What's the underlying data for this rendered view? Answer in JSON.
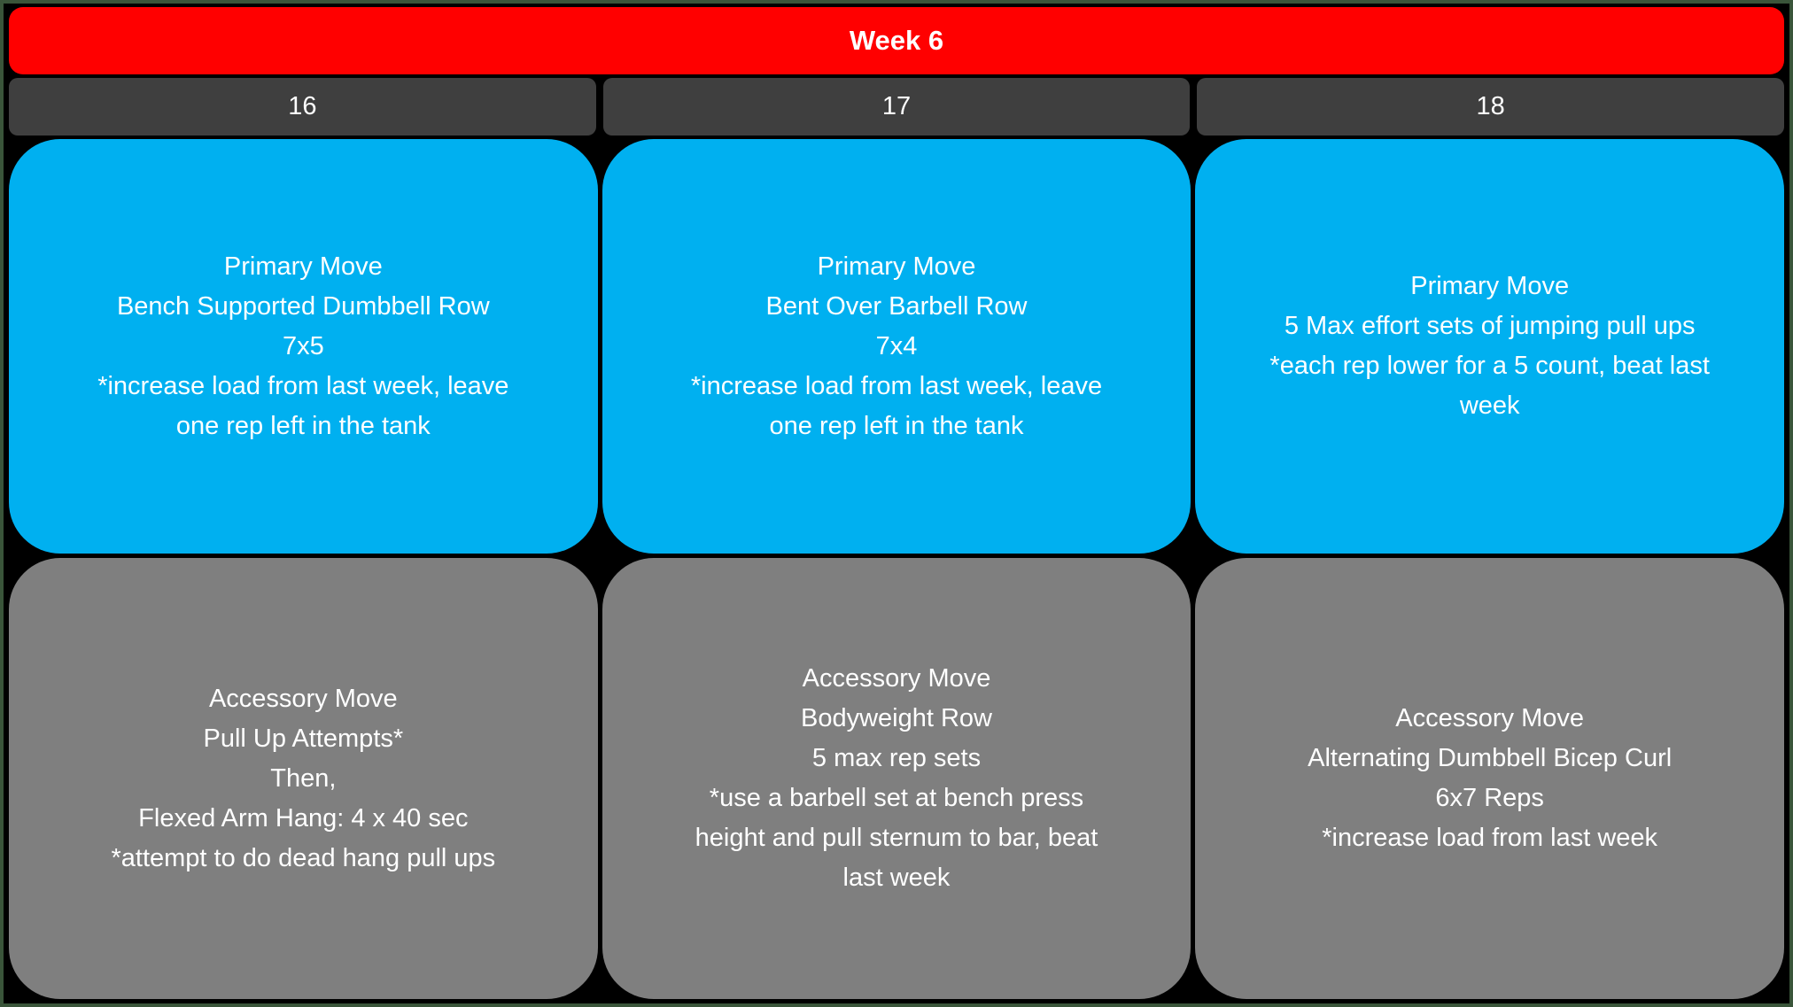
{
  "banner": {
    "label": "Week 6"
  },
  "colors": {
    "banner-red": "#FF0000",
    "header-gray": "#3F3F3F",
    "primary-blue": "#00B0F0",
    "accessory-gray": "#7F7F7F",
    "background-black": "#000000",
    "border-green": "#3A553A",
    "text-white": "#FFFFFF"
  },
  "days": [
    {
      "day_number": "16",
      "primary_move": {
        "lines": [
          "Primary Move",
          "Bench Supported Dumbbell Row",
          "7x5",
          "*increase load from last week, leave one rep left in the tank"
        ]
      },
      "accessory_move": {
        "lines": [
          "Accessory Move",
          "Pull Up Attempts*",
          "Then,",
          "Flexed Arm Hang: 4 x 40 sec",
          "*attempt to do dead hang pull ups"
        ]
      }
    },
    {
      "day_number": "17",
      "primary_move": {
        "lines": [
          "Primary Move",
          "Bent Over Barbell Row",
          "7x4",
          "*increase load from last week, leave one rep left in the tank"
        ]
      },
      "accessory_move": {
        "lines": [
          "Accessory Move",
          "Bodyweight Row",
          "5 max rep sets",
          "*use a barbell set at bench press height and pull sternum to bar, beat last week"
        ]
      }
    },
    {
      "day_number": "18",
      "primary_move": {
        "lines": [
          "Primary Move",
          "5 Max effort sets of jumping pull ups",
          "*each rep lower for a 5 count, beat last week"
        ]
      },
      "accessory_move": {
        "lines": [
          "Accessory Move",
          "Alternating Dumbbell Bicep Curl",
          "6x7 Reps",
          "*increase load from last week"
        ]
      }
    }
  ]
}
